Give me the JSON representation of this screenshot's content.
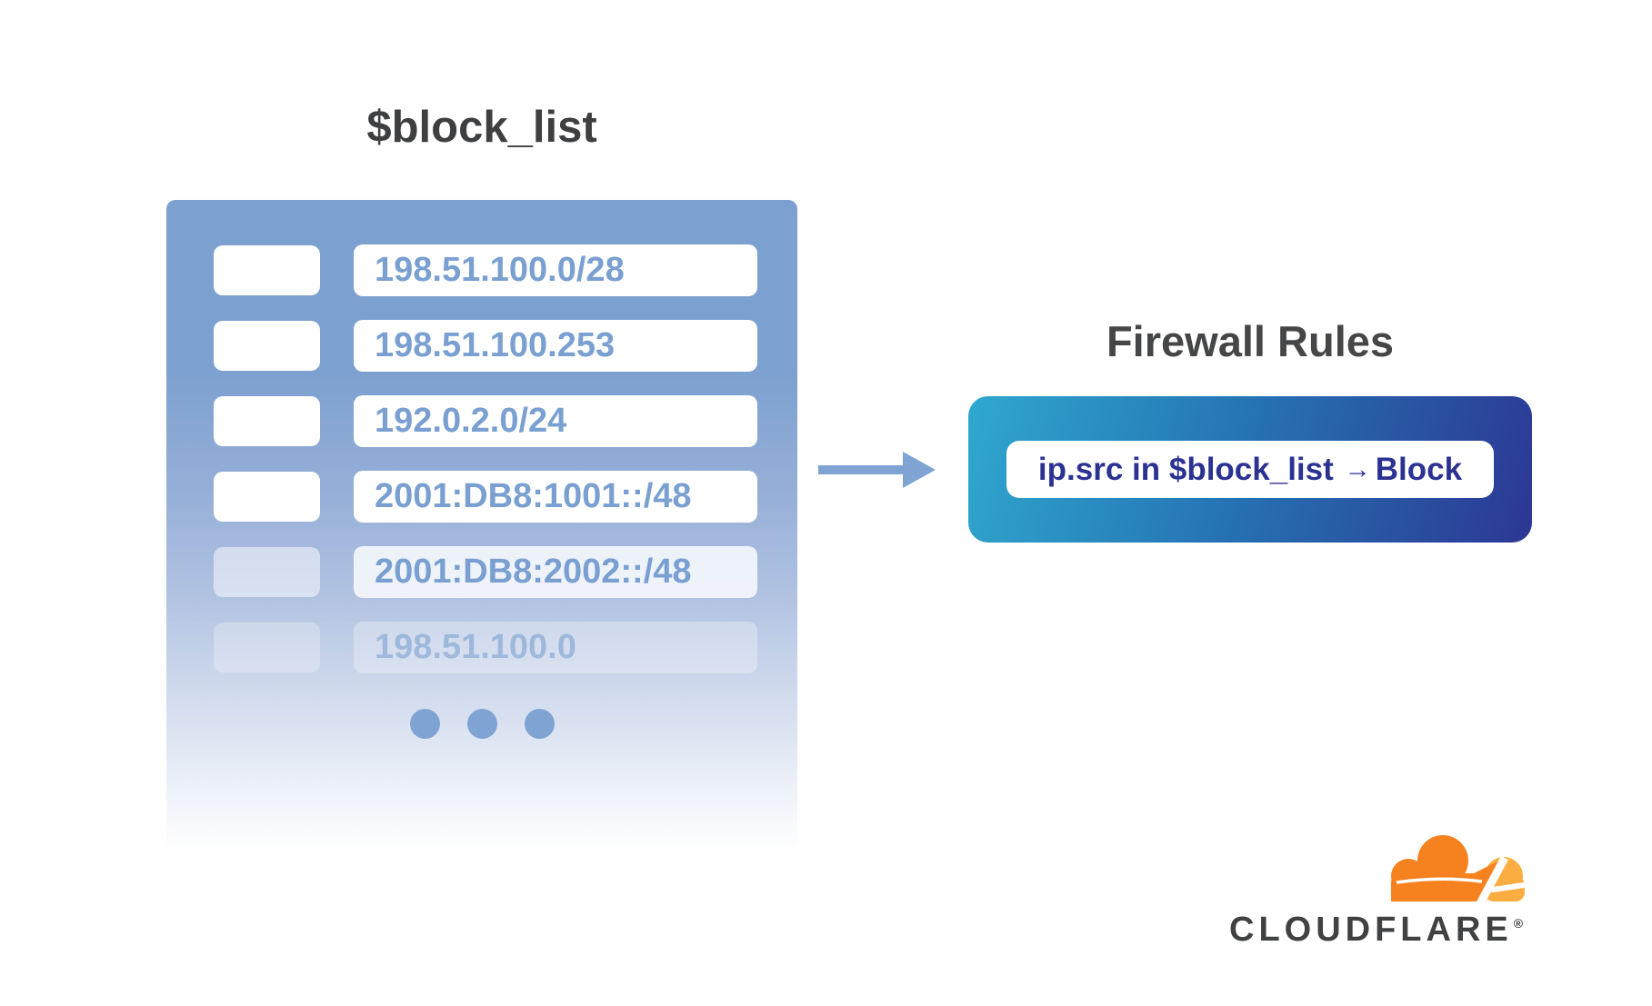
{
  "block_list": {
    "title": "$block_list",
    "entries": [
      "198.51.100.0/28",
      "198.51.100.253",
      "192.0.2.0/24",
      "2001:DB8:1001::/48",
      "2001:DB8:2002::/48",
      "198.51.100.0"
    ]
  },
  "firewall": {
    "title": "Firewall Rules",
    "rule": {
      "expression": "ip.src in $block_list",
      "arrow": "→",
      "action": "Block"
    }
  },
  "branding": {
    "wordmark": "CLOUDFLARE",
    "registered": "®"
  },
  "colors": {
    "list_panel_blue": "#7CA0CF",
    "ip_text_blue": "#7AA0D1",
    "arrow_blue": "#7FA3D3",
    "firewall_gradient_start": "#2FA8CE",
    "firewall_gradient_end": "#2C3794",
    "rule_text_navy": "#2B3292",
    "heading_gray": "#3E3F40",
    "cloudflare_orange": "#F6821F",
    "cloudflare_light_orange": "#FBAD41",
    "cloudflare_wordmark_gray": "#3F4142"
  }
}
